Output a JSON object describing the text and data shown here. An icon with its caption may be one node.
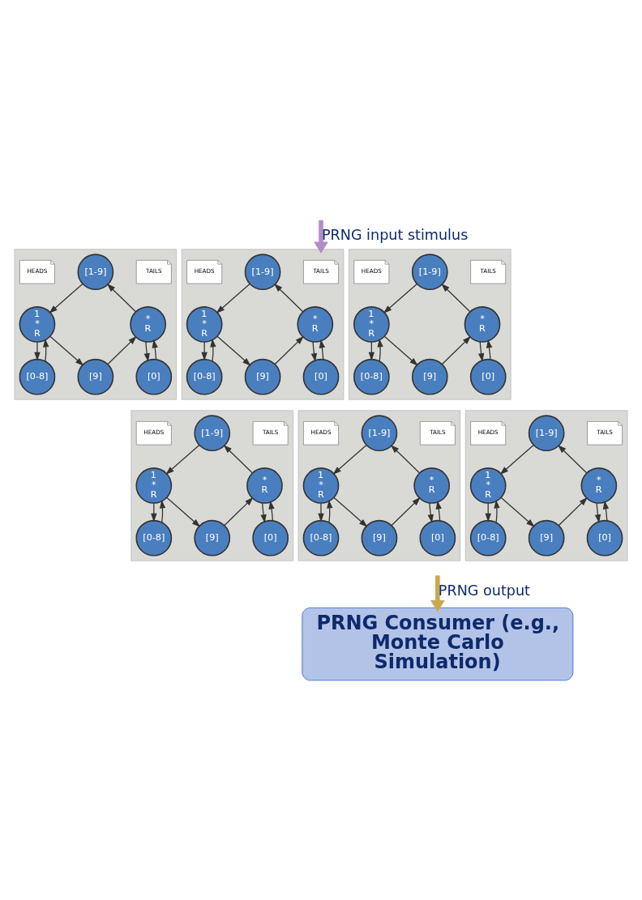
{
  "diagram": {
    "nodes": [
      {
        "text": [],
        "shape": "box"
      },
      {
        "text": [
          "HEADS"
        ],
        "in": 0
      },
      {
        "text": [
          "[1-9]"
        ],
        "in": 0
      },
      {
        "text": [
          "TAILS"
        ],
        "in": 0
      },
      {
        "text": [
          "1",
          "*",
          "R"
        ],
        "in": 0
      },
      {
        "text": [
          "*",
          "R"
        ],
        "in": 0
      },
      {
        "text": [
          "[9]"
        ],
        "in": 0
      },
      {
        "text": [
          "[0-8]"
        ],
        "in": 0
      },
      {
        "text": [
          "[0]"
        ],
        "in": 0
      },
      {
        "text": [],
        "shape": "box"
      },
      {
        "text": [
          "HEADS"
        ],
        "in": 9
      },
      {
        "text": [
          "[1-9]"
        ],
        "in": 9
      },
      {
        "text": [
          "TAILS"
        ],
        "in": 9
      },
      {
        "text": [
          "1",
          "*",
          "R"
        ],
        "in": 9
      },
      {
        "text": [
          "*",
          "R"
        ],
        "in": 9
      },
      {
        "text": [
          "[9]"
        ],
        "in": 9
      },
      {
        "text": [
          "[0-8]"
        ],
        "in": 9
      },
      {
        "text": [
          "[0]"
        ],
        "in": 9
      },
      {
        "text": [],
        "shape": "box"
      },
      {
        "text": [
          "HEADS"
        ],
        "in": 18
      },
      {
        "text": [
          "[1-9]"
        ],
        "in": 18
      },
      {
        "text": [
          "TAILS"
        ],
        "in": 18
      },
      {
        "text": [
          "1",
          "*",
          "R"
        ],
        "in": 18
      },
      {
        "text": [
          "*",
          "R"
        ],
        "in": 18
      },
      {
        "text": [
          "[9]"
        ],
        "in": 18
      },
      {
        "text": [
          "[0-8]"
        ],
        "in": 18
      },
      {
        "text": [
          "[0]"
        ],
        "in": 18
      },
      {
        "text": [],
        "shape": "box"
      },
      {
        "text": [
          "HEADS"
        ],
        "in": 27
      },
      {
        "text": [
          "[1-9]"
        ],
        "in": 27
      },
      {
        "text": [
          "TAILS"
        ],
        "in": 27
      },
      {
        "text": [
          "1",
          "*",
          "R"
        ],
        "in": 27
      },
      {
        "text": [
          "*",
          "R"
        ],
        "in": 27
      },
      {
        "text": [
          "[9]"
        ],
        "in": 27
      },
      {
        "text": [
          "[0-8]"
        ],
        "in": 27
      },
      {
        "text": [
          "[0]"
        ],
        "in": 27
      },
      {
        "text": [],
        "shape": "box"
      },
      {
        "text": [
          "HEADS"
        ],
        "in": 36
      },
      {
        "text": [
          "[1-9]"
        ],
        "in": 36
      },
      {
        "text": [
          "TAILS"
        ],
        "in": 36
      },
      {
        "text": [
          "1",
          "*",
          "R"
        ],
        "in": 36
      },
      {
        "text": [
          "*",
          "R"
        ],
        "in": 36
      },
      {
        "text": [
          "[9]"
        ],
        "in": 36
      },
      {
        "text": [
          "[0-8]"
        ],
        "in": 36
      },
      {
        "text": [
          "[0]"
        ],
        "in": 36
      },
      {
        "text": [],
        "shape": "box"
      },
      {
        "text": [
          "HEADS"
        ],
        "in": 45
      },
      {
        "text": [
          "[1-9]"
        ],
        "in": 45
      },
      {
        "text": [
          "TAILS"
        ],
        "in": 45
      },
      {
        "text": [
          "1",
          "*",
          "R"
        ],
        "in": 45
      },
      {
        "text": [
          "*",
          "R"
        ],
        "in": 45
      },
      {
        "text": [
          "[9]"
        ],
        "in": 45
      },
      {
        "text": [
          "[0-8]"
        ],
        "in": 45
      },
      {
        "text": [
          "[0]"
        ],
        "in": 45
      },
      {
        "text": [
          "PRNG Consumer (e.g., Monte Carlo Simulation)"
        ]
      }
    ],
    "edges": [
      {
        "from": null,
        "to": 9,
        "arrow": "to",
        "label": "PRNG input stimulus",
        "style": "thick",
        "color": "#b48cc8"
      },
      {
        "from": 2,
        "to": 4,
        "arrow": "to"
      },
      {
        "from": 4,
        "to": 6,
        "arrow": "to"
      },
      {
        "from": 6,
        "to": 5,
        "arrow": "to"
      },
      {
        "from": 5,
        "to": 2,
        "arrow": "to"
      },
      {
        "from": 4,
        "to": 7,
        "arrow": "to"
      },
      {
        "from": 7,
        "to": 4,
        "arrow": "to"
      },
      {
        "from": 5,
        "to": 8,
        "arrow": "to"
      },
      {
        "from": 8,
        "to": 5,
        "arrow": "to"
      },
      {
        "from": 11,
        "to": 13,
        "arrow": "to"
      },
      {
        "from": 13,
        "to": 15,
        "arrow": "to"
      },
      {
        "from": 15,
        "to": 14,
        "arrow": "to"
      },
      {
        "from": 14,
        "to": 11,
        "arrow": "to"
      },
      {
        "from": 13,
        "to": 16,
        "arrow": "to"
      },
      {
        "from": 16,
        "to": 13,
        "arrow": "to"
      },
      {
        "from": 14,
        "to": 17,
        "arrow": "to"
      },
      {
        "from": 17,
        "to": 14,
        "arrow": "to"
      },
      {
        "from": 20,
        "to": 22,
        "arrow": "to"
      },
      {
        "from": 22,
        "to": 24,
        "arrow": "to"
      },
      {
        "from": 24,
        "to": 23,
        "arrow": "to"
      },
      {
        "from": 23,
        "to": 20,
        "arrow": "to"
      },
      {
        "from": 22,
        "to": 25,
        "arrow": "to"
      },
      {
        "from": 25,
        "to": 22,
        "arrow": "to"
      },
      {
        "from": 23,
        "to": 26,
        "arrow": "to"
      },
      {
        "from": 26,
        "to": 23,
        "arrow": "to"
      },
      {
        "from": 29,
        "to": 31,
        "arrow": "to"
      },
      {
        "from": 31,
        "to": 33,
        "arrow": "to"
      },
      {
        "from": 33,
        "to": 32,
        "arrow": "to"
      },
      {
        "from": 32,
        "to": 29,
        "arrow": "to"
      },
      {
        "from": 31,
        "to": 34,
        "arrow": "to"
      },
      {
        "from": 34,
        "to": 31,
        "arrow": "to"
      },
      {
        "from": 32,
        "to": 35,
        "arrow": "to"
      },
      {
        "from": 35,
        "to": 32,
        "arrow": "to"
      },
      {
        "from": 38,
        "to": 40,
        "arrow": "to"
      },
      {
        "from": 40,
        "to": 42,
        "arrow": "to"
      },
      {
        "from": 42,
        "to": 41,
        "arrow": "to"
      },
      {
        "from": 41,
        "to": 38,
        "arrow": "to"
      },
      {
        "from": 40,
        "to": 43,
        "arrow": "to"
      },
      {
        "from": 43,
        "to": 40,
        "arrow": "to"
      },
      {
        "from": 41,
        "to": 44,
        "arrow": "to"
      },
      {
        "from": 44,
        "to": 41,
        "arrow": "to"
      },
      {
        "from": 47,
        "to": 49,
        "arrow": "to"
      },
      {
        "from": 49,
        "to": 51,
        "arrow": "to"
      },
      {
        "from": 51,
        "to": 50,
        "arrow": "to"
      },
      {
        "from": 50,
        "to": 47,
        "arrow": "to"
      },
      {
        "from": 49,
        "to": 52,
        "arrow": "to"
      },
      {
        "from": 52,
        "to": 49,
        "arrow": "to"
      },
      {
        "from": 50,
        "to": 53,
        "arrow": "to"
      },
      {
        "from": 53,
        "to": 50,
        "arrow": "to"
      },
      {
        "from": null,
        "to": 54,
        "arrow": "to",
        "label": "PRNG output",
        "style": "thick",
        "color": "#c8aa50"
      }
    ]
  }
}
